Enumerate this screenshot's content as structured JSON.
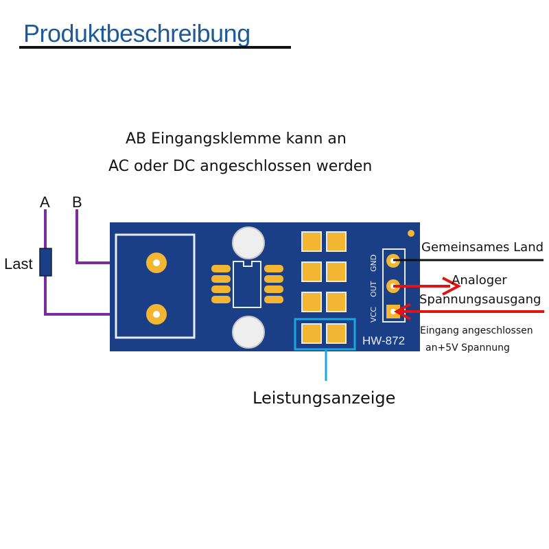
{
  "title": "Produktbeschreibung",
  "caption": {
    "line1": "AB Eingangsklemme kann an",
    "line2": "AC oder DC angeschlossen werden"
  },
  "terminals": {
    "a": "A",
    "b": "B"
  },
  "load_label": "Last",
  "board": {
    "model": "HW-872",
    "pins": [
      "VCC",
      "OUT",
      "GND"
    ]
  },
  "annotations": {
    "gnd": "Gemeinsames Land",
    "analog_line1": "Analoger",
    "analog_line2": "Spannungsausgang",
    "vcc_line1": "Eingang angeschlossen",
    "vcc_line2": "an+5V Spannung",
    "power_indicator": "Leistungsanzeige"
  },
  "colors": {
    "board": "#1a3f86",
    "pad": "#f2b632",
    "wire": "#7b2c9e",
    "arrow": "#e01414",
    "indicator": "#1aa7e0",
    "title": "#1f5a96"
  }
}
